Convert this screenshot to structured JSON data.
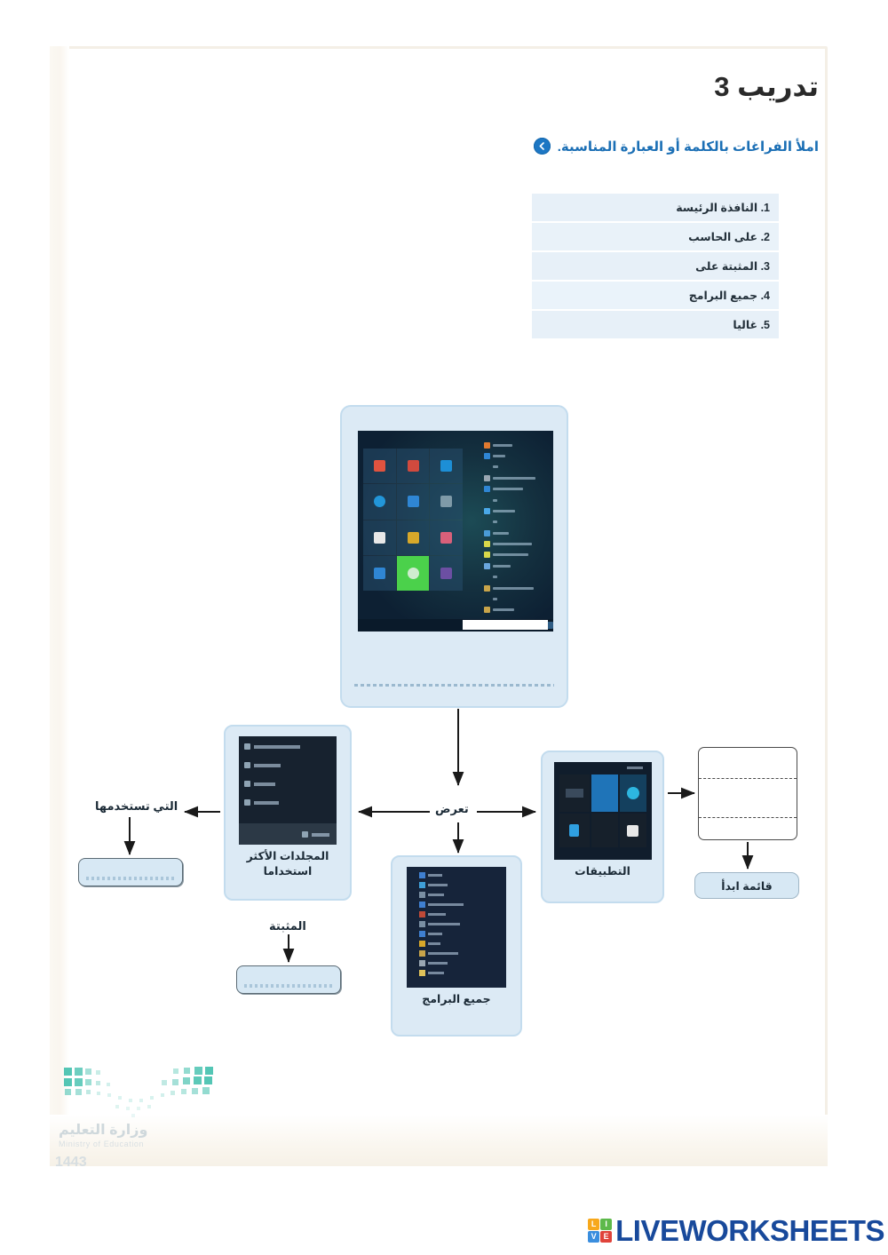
{
  "header": {
    "exercise_title": "تدريب 3",
    "instruction": "املأ الفراغات بالكلمة أو العبارة المناسبة.",
    "bullet_icon": "circle-arrow-left-icon"
  },
  "blanks": {
    "items": [
      {
        "number": "1.",
        "text": "النافذة الرئيسة"
      },
      {
        "number": "2.",
        "text": "على الحاسب"
      },
      {
        "number": "3.",
        "text": "المثبتة على"
      },
      {
        "number": "4.",
        "text": "جميع البرامج"
      },
      {
        "number": "5.",
        "text": "غاليا"
      }
    ],
    "lines": [
      "1. النافذة الرئيسة",
      "2. على الحاسب",
      "3. المثبتة على",
      "4. جميع البرامج",
      "5. غاليا"
    ]
  },
  "diagram": {
    "tablet_caption": "",
    "nodes": {
      "folders_label": "المجلدات الأكثر استخداما",
      "all_programs_label": "جميع البرامج",
      "apps_label": "التطبيقات",
      "start_menu_label": "قائمة ابدأ"
    },
    "edge_labels": {
      "displays": "تعرض",
      "you_use": "التي تستخدمها",
      "pinned": "المثبتة"
    },
    "answer_fields": {
      "left": {
        "value": "",
        "placeholder": ""
      },
      "center": {
        "value": "",
        "placeholder": ""
      }
    },
    "empty_box": {
      "value": "",
      "placeholder": ""
    }
  },
  "windows_mock": {
    "tiles": [
      "#1d8fd6",
      "#d14a3e",
      "#e0533f",
      "#7f9aa8",
      "#2f86d4",
      "#2296d9",
      "#d9607a",
      "#d8a82a",
      "#e8e8e8",
      "#6c4fa3",
      "#4bd14b",
      "#2f86d4"
    ],
    "app_icons": [
      "#e07a30",
      "#2f86d4",
      "#9aa7b2",
      "#2f86d4",
      "#2f86d4",
      "#2f86d4",
      "#4aa8e8",
      "#4a9bd6",
      "#d8d84a",
      "#d8d84a",
      "#6aa6dd",
      "#c8a44a",
      "#c8a44a"
    ],
    "taskbar_icons": [
      "#2f5d85",
      "#2f5d85",
      "#2f5d85",
      "#2f5d85",
      "#2f5d85",
      "#2f5d85"
    ]
  },
  "ministry": {
    "name_ar": "وزارة التعليم",
    "name_en": "Ministry of Education",
    "year": "1443"
  },
  "footer": {
    "brand_word": "LIVEWORKSHEETS",
    "brand_letters": [
      {
        "char": "L",
        "color": "#f7a81b"
      },
      {
        "char": "I",
        "color": "#5db94a"
      },
      {
        "char": "V",
        "color": "#3a8ede"
      },
      {
        "char": "E",
        "color": "#e0433a"
      }
    ]
  },
  "colors": {
    "accent_blue": "#1b6fb5",
    "card_fill": "#dceaf5",
    "row_fill": "#e9f2f9",
    "brand_navy": "#18499b",
    "page_border": "#f4efe6"
  }
}
